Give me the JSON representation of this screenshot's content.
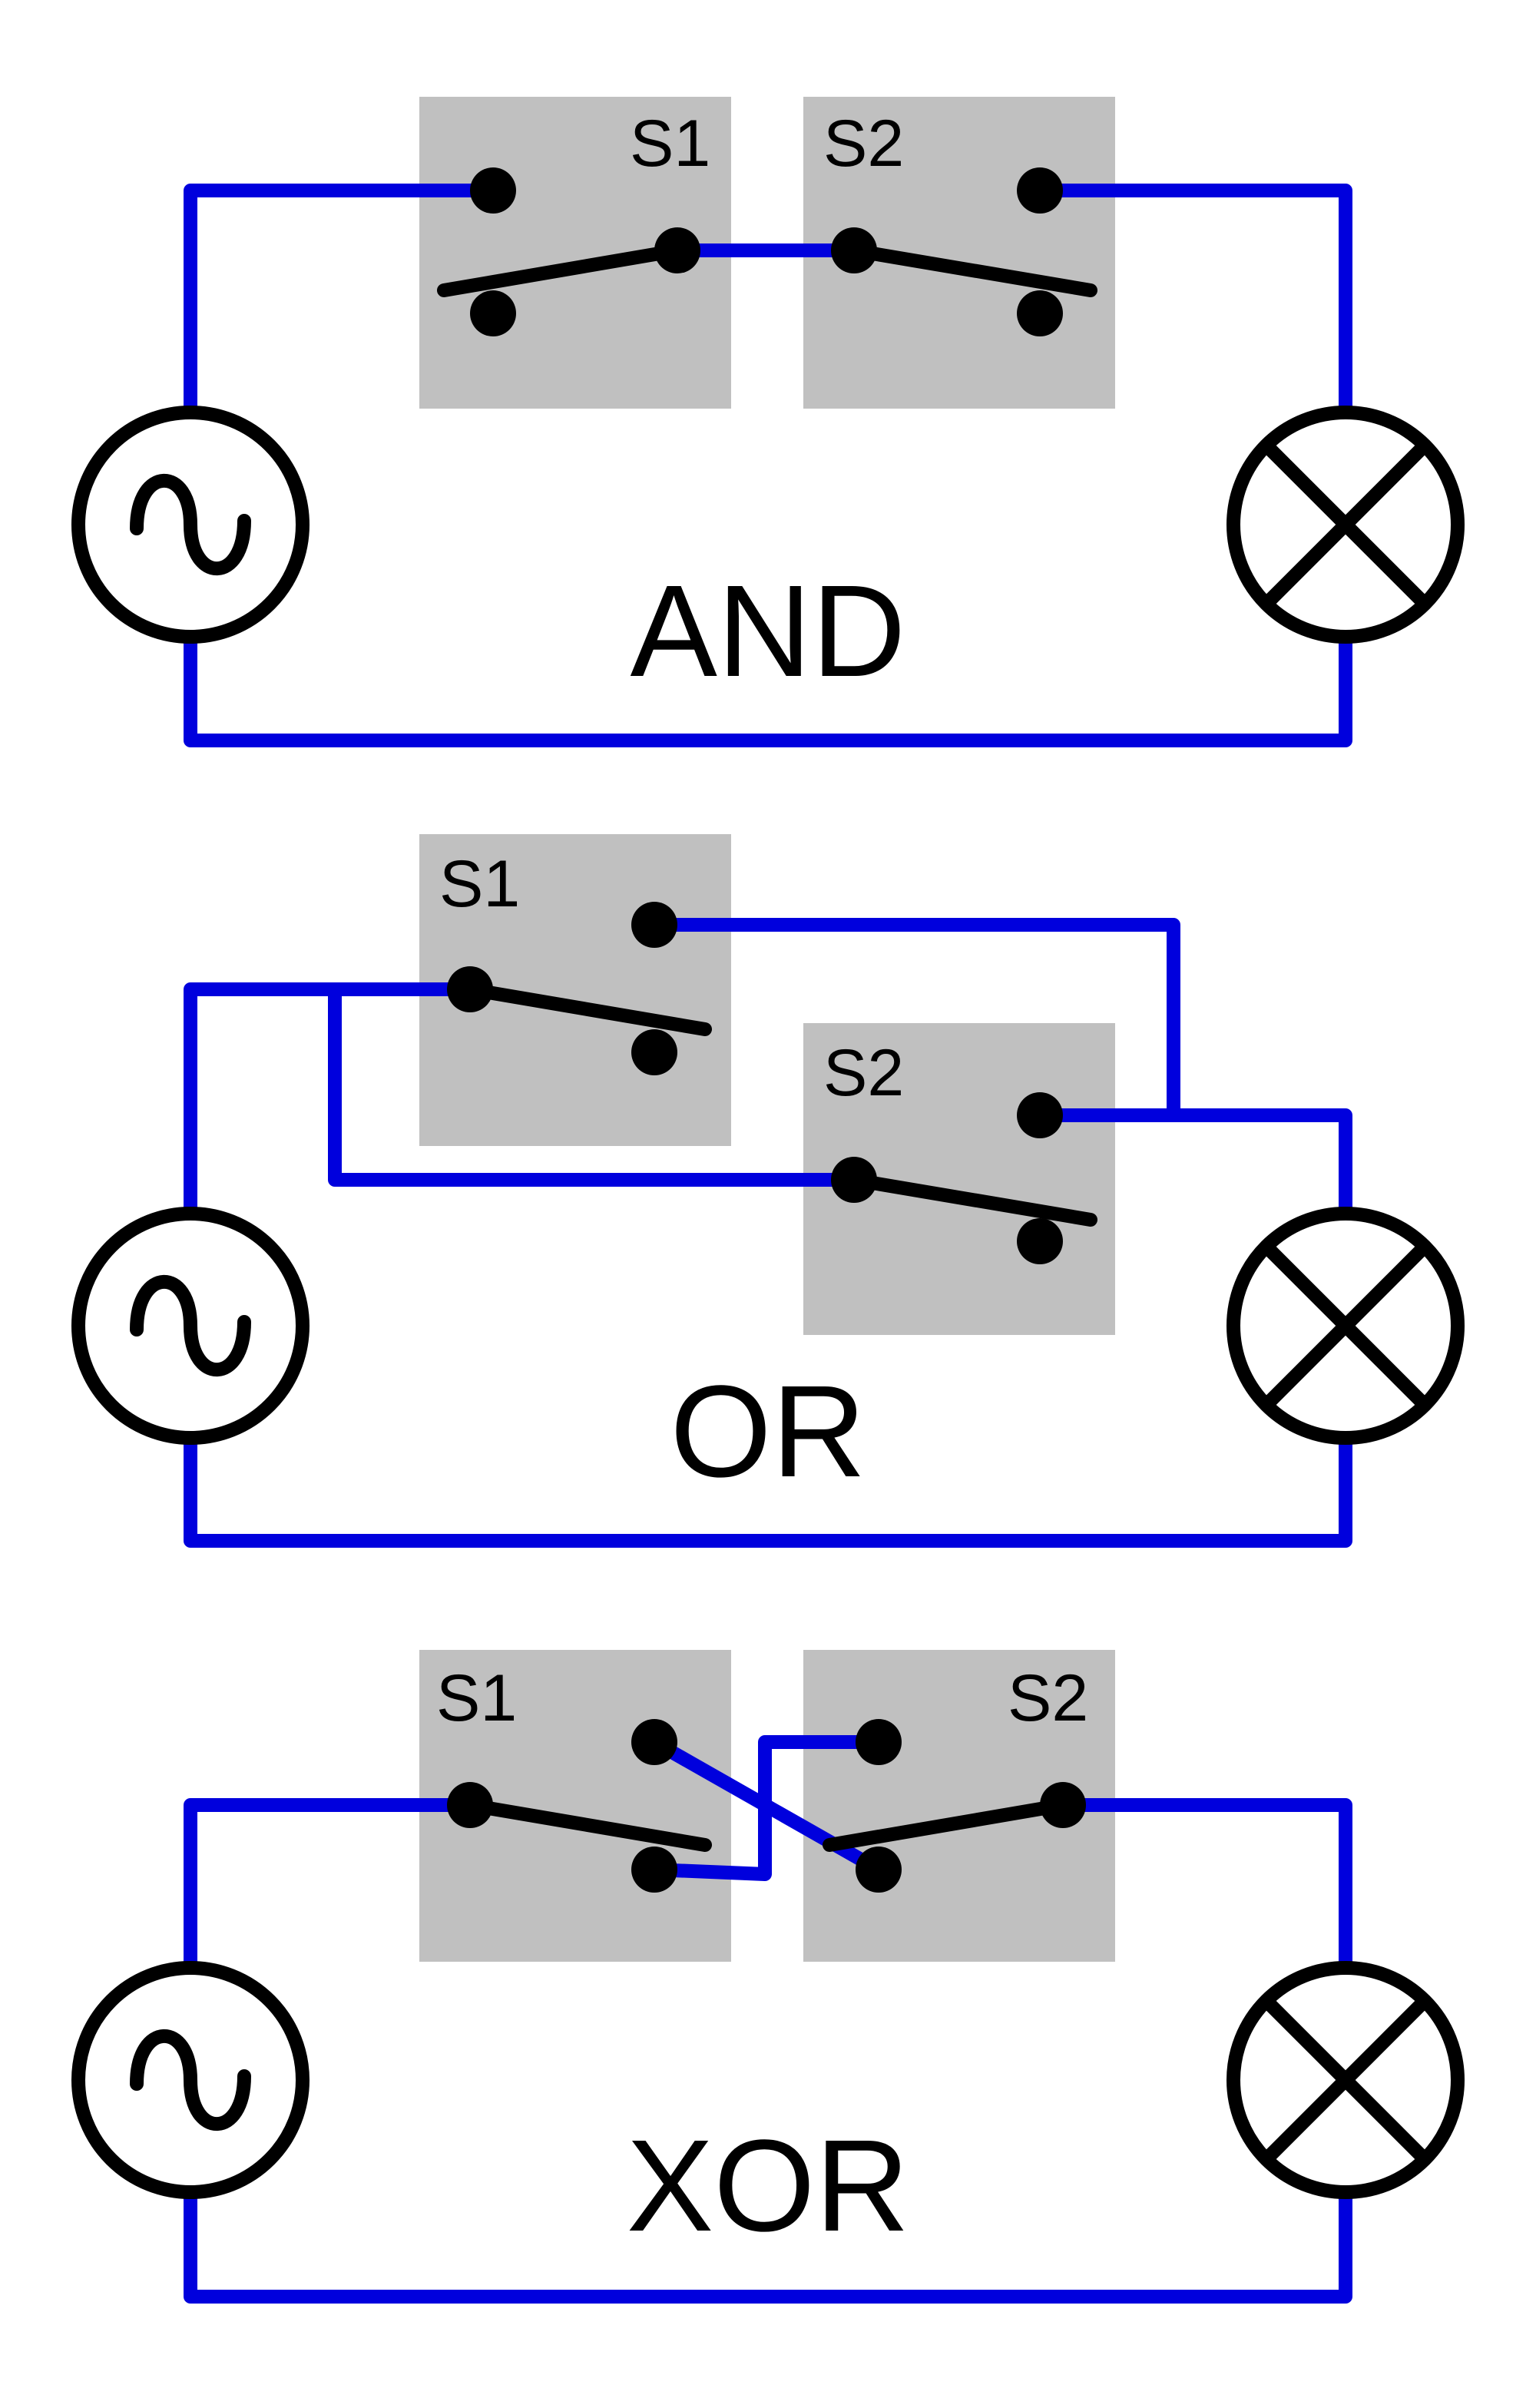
{
  "colors": {
    "wire": "#0000dd",
    "component": "#000000",
    "switch_box": "#c0c0c0",
    "background": "#ffffff"
  },
  "circuits": [
    {
      "gate_label": "AND",
      "switch_labels": [
        "S1",
        "S2"
      ]
    },
    {
      "gate_label": "OR",
      "switch_labels": [
        "S1",
        "S2"
      ]
    },
    {
      "gate_label": "XOR",
      "switch_labels": [
        "S1",
        "S2"
      ]
    }
  ],
  "icons": {
    "source": "ac-source-icon",
    "lamp": "lamp-icon"
  }
}
